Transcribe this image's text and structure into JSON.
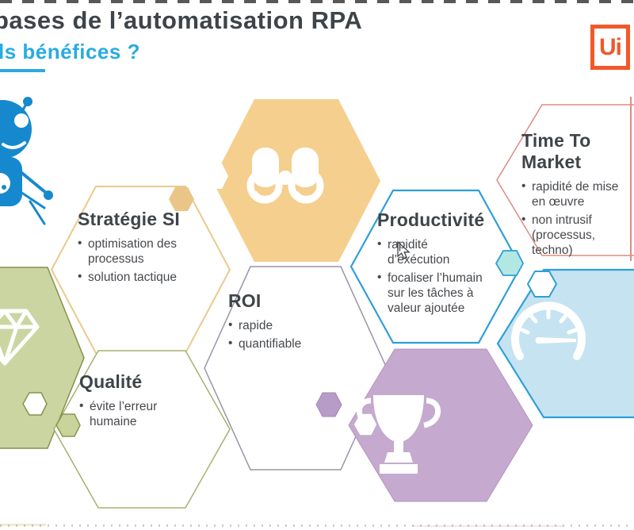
{
  "slide": {
    "title": "bases de l’automatisation RPA",
    "subtitle": "ls bénéfices ?",
    "title_color": "#3F4448",
    "subtitle_color": "#29ABE2"
  },
  "logo": {
    "text": "Ui",
    "color": "#F1592A"
  },
  "mascot": {
    "icon": "robot-mascot-icon",
    "color": "#1689CE"
  },
  "hexagons": {
    "strategie_si": {
      "title": "Stratégie SI",
      "bullets": [
        "optimisation des processus",
        "solution tactique"
      ],
      "border_color": "#EAC98D"
    },
    "roi": {
      "title": "ROI",
      "bullets": [
        "rapide",
        "quantifiable"
      ],
      "border_color": "#9A93A6",
      "accent_hex_color": "#B79CC7"
    },
    "qualite": {
      "title": "Qualité",
      "bullets": [
        "évite l’erreur humaine"
      ],
      "border_color": "#A8AF6E",
      "accent_hex_color": "#C8D49A"
    },
    "productivite": {
      "title": "Productivité",
      "bullets": [
        "rapidité d’exécution",
        "focaliser l’humain sur les tâches à valeur ajoutée"
      ],
      "border_color": "#2E9FD9",
      "accent_hex_color": "#B2E7E2"
    },
    "time_to_market": {
      "title": "Time To Market",
      "bullets": [
        "rapidité de mise en œuvre",
        "non intrusif (processus, techno)"
      ],
      "border_color": "#DE8B82"
    },
    "binoculars_hex": {
      "icon": "binoculars-icon",
      "fill": "#F5CF8E"
    },
    "diamond_hex": {
      "icon": "diamond-icon",
      "fill": "#CBD5A1"
    },
    "trophy_hex": {
      "icon": "trophy-icon",
      "fill": "#C5A9CE"
    },
    "gauge_hex": {
      "icon": "gauge-icon",
      "fill": "#C6E3F2"
    }
  }
}
